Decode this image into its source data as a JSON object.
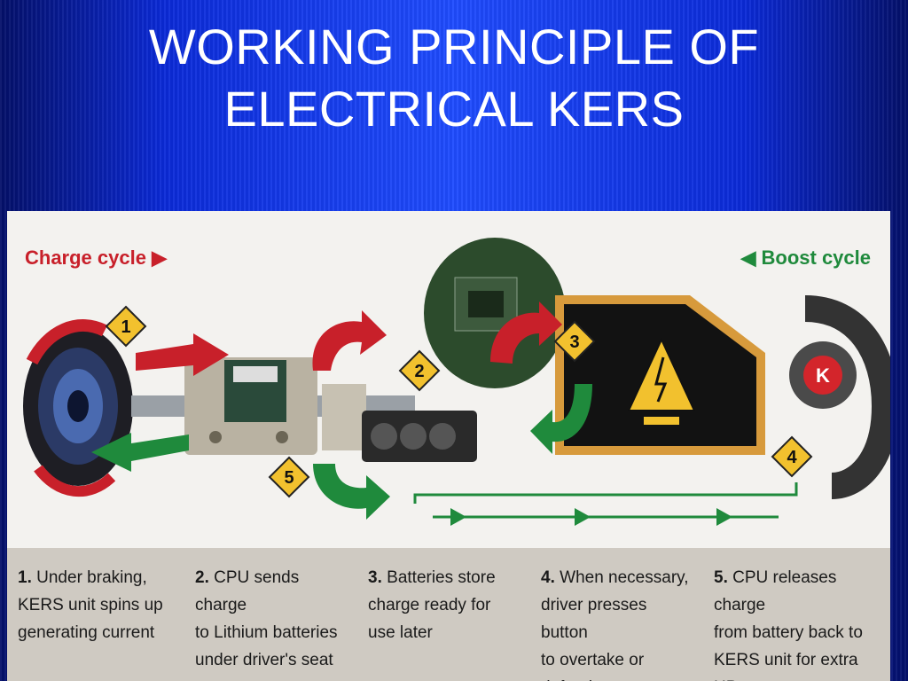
{
  "slide": {
    "title_line1": "WORKING PRINCIPLE OF",
    "title_line2": "ELECTRICAL KERS"
  },
  "diagram": {
    "charge_label": "Charge cycle",
    "boost_label": "Boost cycle",
    "colors": {
      "charge": "#c8202a",
      "boost": "#1f8a3c",
      "warning": "#f2c12e",
      "background": "#f3f2ef"
    },
    "markers": [
      "1",
      "2",
      "3",
      "4",
      "5"
    ],
    "button_letter": "K",
    "steps": [
      {
        "num": "1.",
        "lines": [
          "Under braking,",
          "KERS unit spins up",
          "generating current"
        ]
      },
      {
        "num": "2.",
        "lines": [
          "CPU sends charge",
          "to Lithium batteries",
          "under driver's seat"
        ]
      },
      {
        "num": "3.",
        "lines": [
          "Batteries store",
          "charge ready for",
          "use later"
        ]
      },
      {
        "num": "4.",
        "lines": [
          "When necessary,",
          "driver presses button",
          "to overtake or defend"
        ]
      },
      {
        "num": "5.",
        "lines": [
          "CPU releases charge",
          "from battery back to",
          "KERS unit for extra HP"
        ]
      }
    ]
  }
}
